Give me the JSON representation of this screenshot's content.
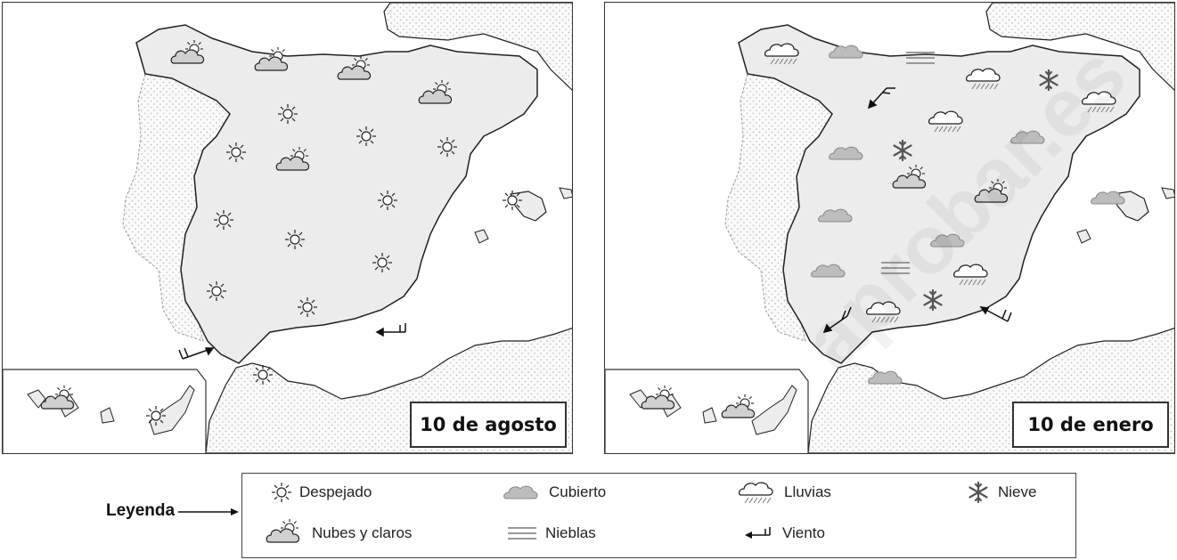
{
  "maps": [
    {
      "id": "map-left",
      "date_label": "10 de agosto"
    },
    {
      "id": "map-right",
      "date_label": "10 de enero"
    }
  ],
  "legend": {
    "title": "Leyenda",
    "items": [
      {
        "icon": "sun-icon",
        "label": "Despejado"
      },
      {
        "icon": "cloud-gray-icon",
        "label": "Cubierto"
      },
      {
        "icon": "rain-cloud-icon",
        "label": "Lluvias"
      },
      {
        "icon": "snowflake-icon",
        "label": "Nieve"
      },
      {
        "icon": "sun-cloud-icon",
        "label": "Nubes y claros"
      },
      {
        "icon": "fog-icon",
        "label": "Nieblas"
      },
      {
        "icon": "wind-arrow-icon",
        "label": "Viento"
      }
    ]
  },
  "watermark": "aprobar.es",
  "colors": {
    "land": "#eeeeee",
    "border": "#222222",
    "cloud_gray": "#bbbbbb",
    "dots": "#c8c8c8"
  }
}
